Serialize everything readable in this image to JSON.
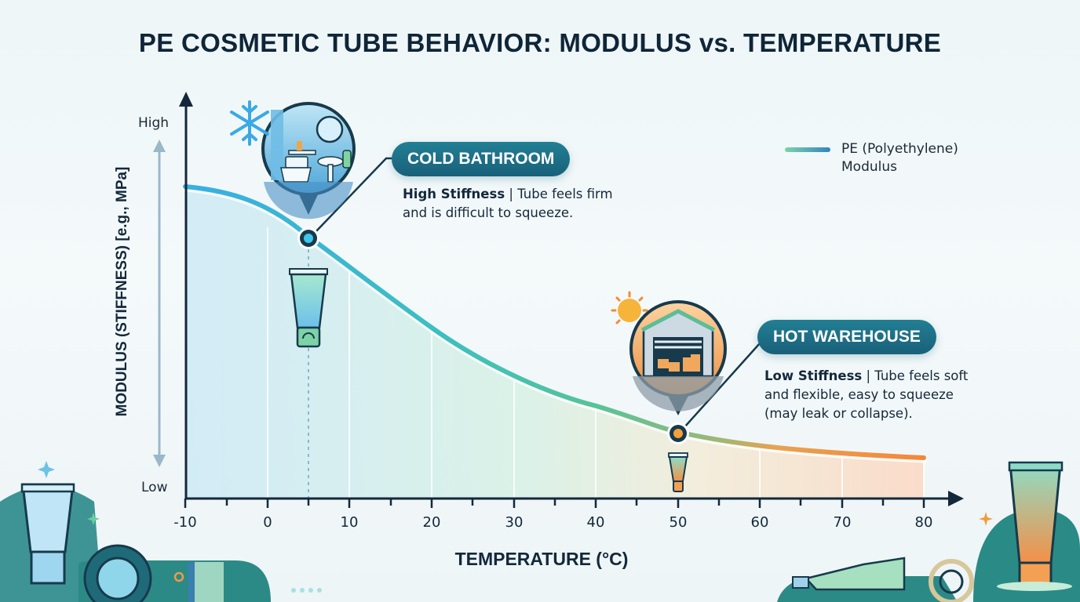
{
  "title": "PE COSMETIC TUBE BEHAVIOR: MODULUS vs. TEMPERATURE",
  "axes": {
    "ylabel": "MODULUS (STIFFNESS) [e.g., MPa]",
    "y_high": "High",
    "y_low": "Low",
    "xlabel": "TEMPERATURE (°C)",
    "xticks": [
      "-10",
      "0",
      "10",
      "20",
      "30",
      "40",
      "50",
      "60",
      "70",
      "80"
    ]
  },
  "legend": {
    "line1": "PE (Polyethylene)",
    "line2": "Modulus"
  },
  "annotations": {
    "cold": {
      "label": "COLD BATHROOM",
      "bold": "High Stiffness",
      "text1": " | Tube feels firm",
      "text2": "and is difficult to squeeze.",
      "icon": "bathroom-snowflake-icon",
      "temperature": 5
    },
    "hot": {
      "label": "HOT WAREHOUSE",
      "bold": "Low Stiffness",
      "text1": " | Tube feels soft",
      "text2": "and flexible, easy to squeeze",
      "text3": "(may leak or collapse).",
      "icon": "warehouse-sun-icon",
      "temperature": 50
    }
  },
  "colors": {
    "cold": "#3bb4e0",
    "mid": "#4fc3a1",
    "hot": "#f08a3c",
    "pill": "#1c6a82",
    "axis": "#13283a"
  },
  "chart_data": {
    "type": "line",
    "title": "PE COSMETIC TUBE BEHAVIOR: MODULUS vs. TEMPERATURE",
    "xlabel": "TEMPERATURE (°C)",
    "ylabel": "MODULUS (STIFFNESS) [e.g., MPa]",
    "x": [
      -10,
      0,
      5,
      10,
      20,
      30,
      40,
      50,
      60,
      70,
      80
    ],
    "series": [
      {
        "name": "PE (Polyethylene) Modulus",
        "values": [
          83,
          78,
          70,
          63,
          47,
          35,
          25,
          17,
          13,
          12,
          11
        ]
      }
    ],
    "value_scale": "relative (Low to High, no numeric y ticks)",
    "xlim": [
      -10,
      80
    ],
    "ylim": [
      "Low",
      "High"
    ],
    "grid": "vertical lines every 10°C under curve",
    "legend_position": "top-right",
    "markers": [
      {
        "x": 5,
        "label": "COLD BATHROOM"
      },
      {
        "x": 50,
        "label": "HOT WAREHOUSE"
      }
    ]
  }
}
